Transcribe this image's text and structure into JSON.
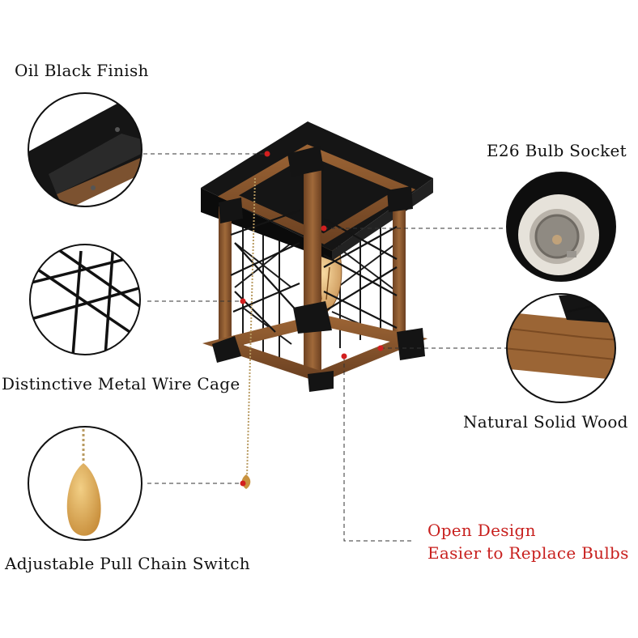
{
  "callouts": {
    "finish": {
      "label": "Oil Black Finish"
    },
    "socket": {
      "label": "E26 Bulb Socket"
    },
    "cage": {
      "label": "Distinctive Metal Wire Cage"
    },
    "wood": {
      "label": "Natural Solid Wood"
    },
    "chain": {
      "label": "Adjustable Pull Chain Switch"
    },
    "open_design": {
      "line1": "Open Design",
      "line2": "Easier to Replace Bulbs"
    }
  },
  "colors": {
    "label_text": "#111111",
    "highlight_text": "#c8201e",
    "metal": "#141414",
    "wood": "#8a5a30",
    "leader_line": "#333333",
    "marker_dot": "#d21f1f"
  }
}
